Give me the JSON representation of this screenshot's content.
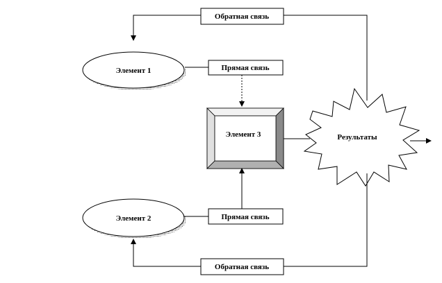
{
  "diagram": {
    "feedback_top": "Обратная  связь",
    "feedback_bottom": "Обратная  связь",
    "element1": "Элемент  1",
    "element2": "Элемент  2",
    "element3": "Элемент  3",
    "direct_top": "Прямая  связь",
    "direct_bottom": "Прямая  связь",
    "results": "Результаты"
  }
}
